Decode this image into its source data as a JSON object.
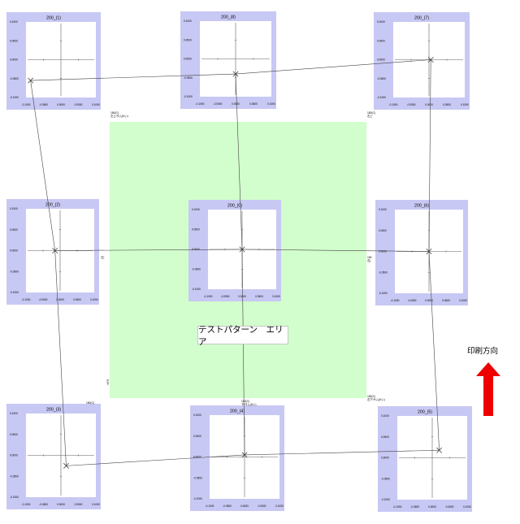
{
  "test_area_label": "テストパターン　エリア",
  "print_direction_label": "印刷方向",
  "arrow_color": "#ee0000",
  "panel_color": "#c8c8f4",
  "test_area_color": "#d2fdcc",
  "y_ticks": [
    "0.1000",
    "0.0500",
    "0.0000",
    "-0.0500",
    "-0.1000"
  ],
  "x_ticks": [
    "-0.1000",
    "-0.0500",
    "0.0000",
    "0.0500",
    "0.1000"
  ],
  "panels": [
    {
      "id": "p1",
      "title": "200_(1)",
      "point": [
        -0.087,
        -0.055
      ]
    },
    {
      "id": "p8",
      "title": "200_(8)",
      "point": [
        0.0,
        -0.04
      ]
    },
    {
      "id": "p7",
      "title": "200_(7)",
      "point": [
        0.005,
        0.0
      ]
    },
    {
      "id": "p2",
      "title": "200_(2)",
      "point": [
        -0.015,
        0.0
      ]
    },
    {
      "id": "p0",
      "title": "200_(0)",
      "point": [
        0.0,
        0.0
      ]
    },
    {
      "id": "p6",
      "title": "200_(6)",
      "point": [
        0.0,
        0.0
      ]
    },
    {
      "id": "p3",
      "title": "200_(3)",
      "point": [
        0.015,
        -0.025
      ]
    },
    {
      "id": "p4",
      "title": "200_(4)",
      "point": [
        0.0,
        0.005
      ]
    },
    {
      "id": "p5",
      "title": "200_(5)",
      "point": [
        0.02,
        0.018
      ]
    }
  ],
  "corner_labels": [
    {
      "id": "tl",
      "lines": [
        "180(C)",
        "左上/サム(Kい)"
      ]
    },
    {
      "id": "tr",
      "lines": [
        "180(C)",
        "右上"
      ]
    },
    {
      "id": "ml",
      "lines": [
        "左)"
      ]
    },
    {
      "id": "mr",
      "lines": [
        "180",
        "右("
      ]
    },
    {
      "id": "bl",
      "lines": [
        "左",
        "下"
      ]
    },
    {
      "id": "bl2",
      "lines": [
        "180(C)"
      ]
    },
    {
      "id": "bc",
      "lines": [
        "180(C)",
        "下/サム(Kい)"
      ]
    },
    {
      "id": "br",
      "lines": [
        "180(C)",
        "右下/サム(Kい)"
      ]
    }
  ]
}
